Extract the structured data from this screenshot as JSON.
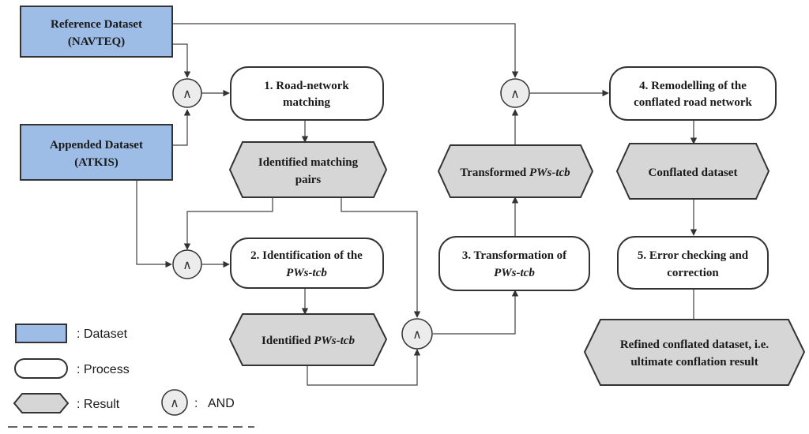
{
  "datasets": {
    "reference": {
      "line1": "Reference Dataset",
      "line2": "(NAVTEQ)"
    },
    "appended": {
      "line1": "Appended Dataset",
      "line2": "(ATKIS)"
    }
  },
  "processes": {
    "p1": {
      "line1": "1. Road-network",
      "line2": "matching"
    },
    "p2": {
      "line1": "2. Identification of the",
      "line2": "PWs-tcb"
    },
    "p3": {
      "line1": "3. Transformation of",
      "line2": "PWs-tcb"
    },
    "p4": {
      "line1": "4. Remodelling of the",
      "line2": "conflated road network"
    },
    "p5": {
      "line1": "5. Error checking and",
      "line2": "correction"
    }
  },
  "results": {
    "r1": {
      "line1": "Identified matching",
      "line2": "pairs"
    },
    "r2": {
      "prefix": "Identified ",
      "italic": "PWs-tcb"
    },
    "r3": {
      "prefix": "Transformed ",
      "italic": "PWs-tcb"
    },
    "r4": {
      "line1": "Conflated dataset"
    },
    "r5": {
      "line1": "Refined conflated dataset, i.e.",
      "line2": "ultimate conflation result"
    }
  },
  "and_symbol": "∧",
  "legend": {
    "dataset": ": Dataset",
    "process": ": Process",
    "result": ": Result",
    "and_colon": ":",
    "and_label": "AND"
  },
  "colors": {
    "dataset_fill": "#9dbde6",
    "result_fill": "#d6d6d6",
    "process_fill": "#ffffff",
    "and_fill": "#ececec",
    "stroke": "#333333"
  }
}
